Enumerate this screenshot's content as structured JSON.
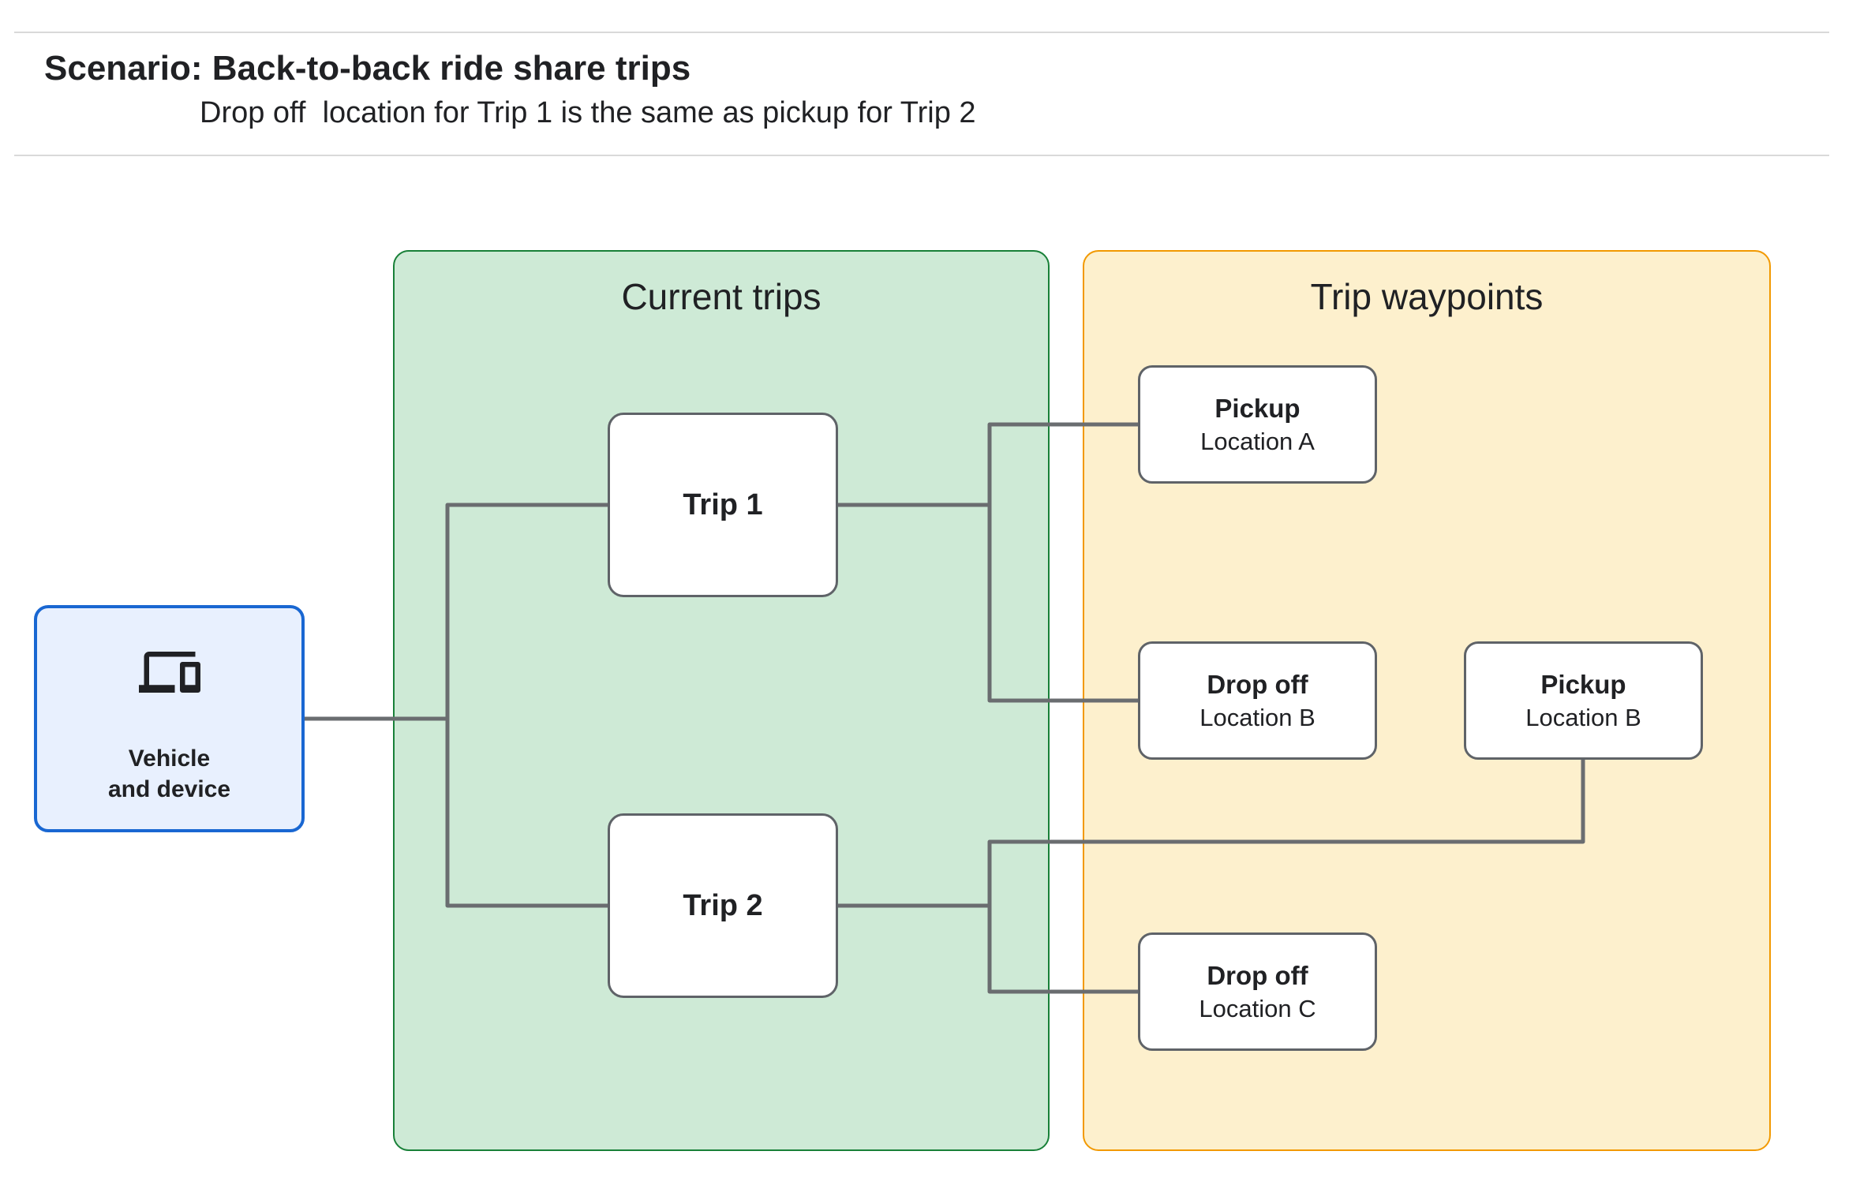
{
  "header": {
    "title": "Scenario: Back-to-back ride share trips",
    "subtitle": "Drop off  location for Trip 1 is the same as pickup for Trip 2"
  },
  "vehicle_box": {
    "icon": "devices-laptop-phone-icon",
    "line1": "Vehicle",
    "line2": "and device"
  },
  "panels": {
    "current_trips": {
      "title": "Current trips"
    },
    "trip_waypoints": {
      "title": "Trip waypoints"
    }
  },
  "trips": [
    {
      "label": "Trip 1"
    },
    {
      "label": "Trip 2"
    }
  ],
  "waypoints": [
    {
      "title": "Pickup",
      "location": "Location A"
    },
    {
      "title": "Drop off",
      "location": "Location B"
    },
    {
      "title": "Pickup",
      "location": "Location B"
    },
    {
      "title": "Drop off",
      "location": "Location C"
    }
  ],
  "colors": {
    "panel-green-fill": "#ceead6",
    "panel-green-border": "#188038",
    "panel-yellow-fill": "#fdf0cd",
    "panel-yellow-border": "#f29900",
    "vehicle-fill": "#e8f0fe",
    "vehicle-border": "#1967d2",
    "node-border": "#5f6368",
    "connector": "#6a6d70",
    "text": "#202124",
    "rule": "#d9d9d9"
  }
}
